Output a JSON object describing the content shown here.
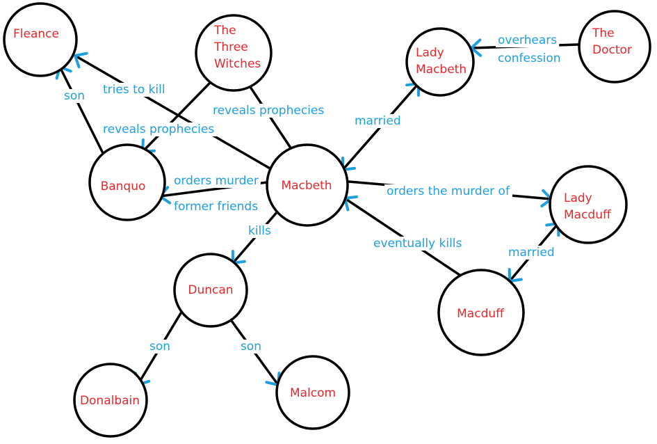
{
  "colors": {
    "node_text": "#e8262b",
    "label_text": "#1e9fe0",
    "arrow": "#1e9fe0",
    "line": "#000000",
    "background": "#ffffff"
  },
  "nodes": [
    {
      "id": "fleance",
      "lines": [
        "Fleance"
      ]
    },
    {
      "id": "witches",
      "lines": [
        "The",
        "Three",
        "Witches"
      ]
    },
    {
      "id": "lady_macbeth",
      "lines": [
        "Lady",
        "Macbeth"
      ]
    },
    {
      "id": "doctor",
      "lines": [
        "The",
        "Doctor"
      ]
    },
    {
      "id": "banquo",
      "lines": [
        "Banquo"
      ]
    },
    {
      "id": "macbeth",
      "lines": [
        "Macbeth"
      ]
    },
    {
      "id": "lady_macduff",
      "lines": [
        "Lady",
        "Macduff"
      ]
    },
    {
      "id": "duncan",
      "lines": [
        "Duncan"
      ]
    },
    {
      "id": "macduff",
      "lines": [
        "Macduff"
      ]
    },
    {
      "id": "donalbain",
      "lines": [
        "Donalbain"
      ]
    },
    {
      "id": "malcom",
      "lines": [
        "Malcom"
      ]
    }
  ],
  "edges": [
    {
      "id": "banquo-fleance",
      "from": "banquo",
      "to": "fleance",
      "label": [
        "son"
      ]
    },
    {
      "id": "macbeth-fleance",
      "from": "macbeth",
      "to": "fleance",
      "label": [
        "tries to kill"
      ]
    },
    {
      "id": "witches-banquo",
      "from": "witches",
      "to": "banquo",
      "label": [
        "reveals prophecies"
      ]
    },
    {
      "id": "witches-macbeth",
      "from": "witches",
      "to": "macbeth",
      "label": [
        "reveals prophecies"
      ]
    },
    {
      "id": "lady_macbeth-macbeth",
      "from": "lady_macbeth",
      "to": "macbeth",
      "label": [
        "married"
      ],
      "both": true
    },
    {
      "id": "doctor-lady_macbeth",
      "from": "doctor",
      "to": "lady_macbeth",
      "label": [
        "overhears",
        "confession"
      ]
    },
    {
      "id": "macbeth-banquo",
      "from": "macbeth",
      "to": "banquo",
      "label": [
        "orders murder",
        "former friends"
      ]
    },
    {
      "id": "macbeth-lady_macduff",
      "from": "macbeth",
      "to": "lady_macduff",
      "label": [
        "orders the murder of"
      ]
    },
    {
      "id": "macbeth-duncan",
      "from": "macbeth",
      "to": "duncan",
      "label": [
        "kills"
      ]
    },
    {
      "id": "macduff-macbeth",
      "from": "macduff",
      "to": "macbeth",
      "label": [
        "eventually kills"
      ]
    },
    {
      "id": "macduff-lady_macduff",
      "from": "macduff",
      "to": "lady_macduff",
      "label": [
        "married"
      ],
      "both": true
    },
    {
      "id": "duncan-donalbain",
      "from": "duncan",
      "to": "donalbain",
      "label": [
        "son"
      ]
    },
    {
      "id": "duncan-malcom",
      "from": "duncan",
      "to": "malcom",
      "label": [
        "son"
      ]
    }
  ]
}
